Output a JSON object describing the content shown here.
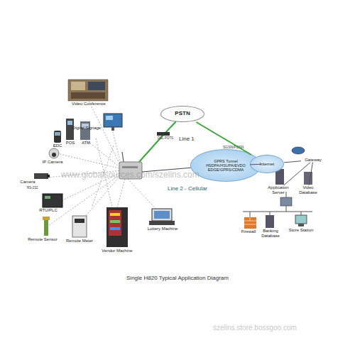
{
  "diagram": {
    "caption": "Single H820 Typical Application Diagram",
    "nodes": [
      {
        "text": [
          "Video Conference"
        ]
      },
      {
        "text": [
          "PSTN"
        ]
      },
      {
        "text": [
          "Digital Signage"
        ]
      },
      {
        "text": [
          "EDC"
        ]
      },
      {
        "text": [
          "POS"
        ]
      },
      {
        "text": [
          "ATM"
        ]
      },
      {
        "text": [
          "IP Camera"
        ]
      },
      {
        "text": [
          "Camera"
        ]
      },
      {
        "text": [
          "GPRS Tunnel",
          "HSDPA/HSUPA/EVDO",
          "EDGE/GPRS/CDMA"
        ]
      },
      {
        "text": [
          "Internet"
        ]
      },
      {
        "text": [
          "Gateway"
        ]
      },
      {
        "text": [
          "Application Server"
        ]
      },
      {
        "text": [
          "Video Database"
        ]
      },
      {
        "text": [
          "RTU/PLC"
        ]
      },
      {
        "text": [
          "Lottery Machine"
        ]
      },
      {
        "text": [
          "Banking Database"
        ]
      },
      {
        "text": [
          "Store Station"
        ]
      },
      {
        "text": [
          "Firewall"
        ]
      },
      {
        "text": [
          "Remote Sensor"
        ]
      },
      {
        "text": [
          "Remote Meter"
        ]
      },
      {
        "text": [
          "Vendor Machine"
        ]
      }
    ],
    "edges": [
      {
        "from": 1,
        "to": 9,
        "arrow": "none"
      },
      {
        "from": 8,
        "to": 9,
        "arrow": "none"
      },
      {
        "from": 9,
        "to": 10,
        "arrow": "none"
      },
      {
        "from": 10,
        "to": 11,
        "arrow": "none"
      },
      {
        "from": 10,
        "to": 12,
        "arrow": "none"
      }
    ],
    "labels": [
      "DSL POTS",
      "Line 1",
      "SGSN/PDSN",
      "Line 2 - Cellular",
      "RS-232",
      "www.globalsources.com/szelins.com",
      "szelins.store.bossgoo.com"
    ]
  }
}
